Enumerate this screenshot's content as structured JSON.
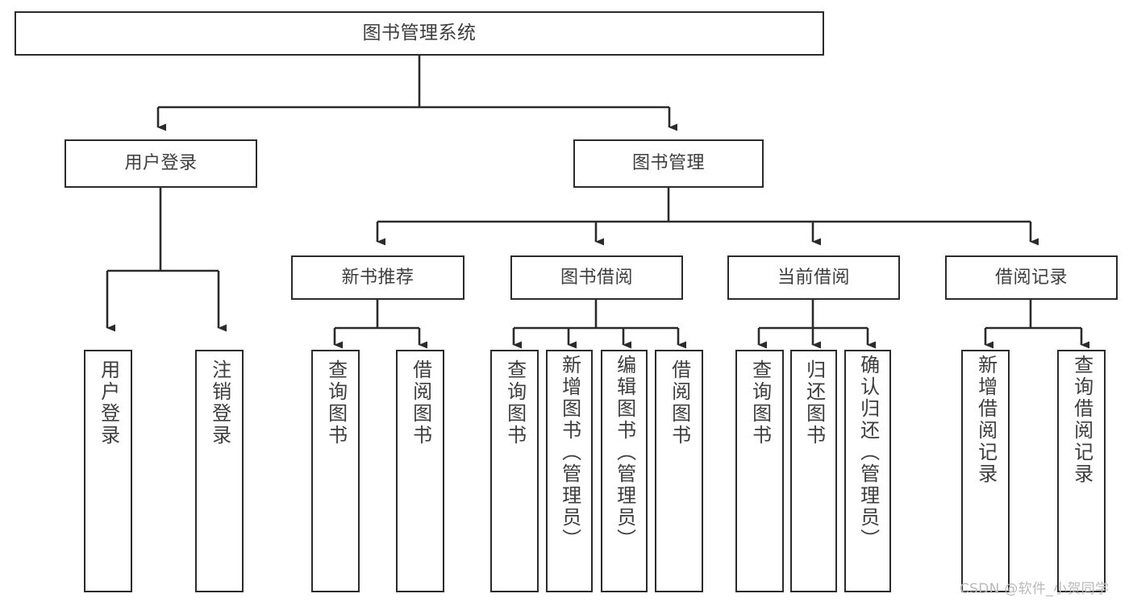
{
  "diagram": {
    "title": "图书管理系统",
    "type": "tree-hierarchy-chart",
    "root": {
      "id": "root",
      "label": "图书管理系统"
    },
    "level2": [
      {
        "id": "user-login",
        "label": "用户登录"
      },
      {
        "id": "book-manage",
        "label": "图书管理"
      }
    ],
    "level3": [
      {
        "id": "new-book-rec",
        "label": "新书推荐"
      },
      {
        "id": "book-borrow",
        "label": "图书借阅"
      },
      {
        "id": "current-borrow",
        "label": "当前借阅"
      },
      {
        "id": "borrow-record",
        "label": "借阅记录"
      }
    ],
    "leaves": [
      {
        "id": "leaf-user-login",
        "label": "用户登录",
        "parent": "user-login"
      },
      {
        "id": "leaf-user-logout",
        "label": "注销登录",
        "parent": "user-login"
      },
      {
        "id": "leaf-query-book-1",
        "label": "查询图书",
        "parent": "new-book-rec"
      },
      {
        "id": "leaf-borrow-book-1",
        "label": "借阅图书",
        "parent": "new-book-rec"
      },
      {
        "id": "leaf-query-book-2",
        "label": "查询图书",
        "parent": "book-borrow"
      },
      {
        "id": "leaf-add-book",
        "label": "新增图书（管理员）",
        "parent": "book-borrow"
      },
      {
        "id": "leaf-edit-book",
        "label": "编辑图书（管理员）",
        "parent": "book-borrow"
      },
      {
        "id": "leaf-borrow-book-2",
        "label": "借阅图书",
        "parent": "book-borrow"
      },
      {
        "id": "leaf-query-book-3",
        "label": "查询图书",
        "parent": "current-borrow"
      },
      {
        "id": "leaf-return-book",
        "label": "归还图书",
        "parent": "current-borrow"
      },
      {
        "id": "leaf-confirm-return",
        "label": "确认归还（管理员）",
        "parent": "current-borrow"
      },
      {
        "id": "leaf-add-record",
        "label": "新增借阅记录",
        "parent": "borrow-record"
      },
      {
        "id": "leaf-query-record",
        "label": "查询借阅记录",
        "parent": "borrow-record"
      }
    ],
    "watermark": "CSDN @软件_小贺同学",
    "colors": {
      "stroke": "#2b2b2b",
      "text": "#3d3d3d",
      "background": "#ffffff",
      "watermark": "#b9b9b9"
    }
  }
}
